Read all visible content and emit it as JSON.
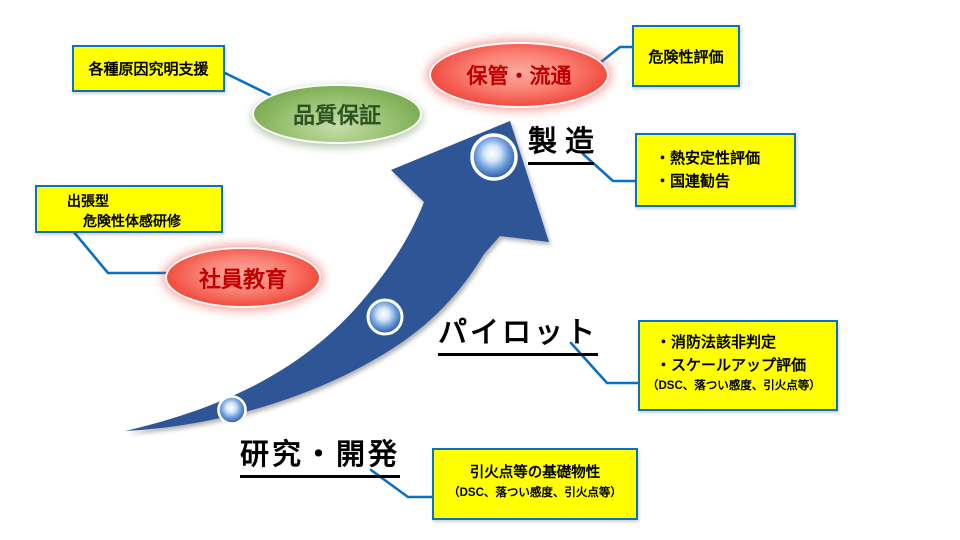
{
  "diagram": {
    "title_hint": "growth-arrow-process-diagram",
    "stages": {
      "rd": {
        "label": "研究・開発"
      },
      "pilot": {
        "label": "パイロット"
      },
      "manufacturing": {
        "label": "製 造"
      }
    },
    "ellipses": {
      "storage": {
        "label": "保管・流通"
      },
      "quality": {
        "label": "品質保証"
      },
      "education": {
        "label": "社員教育"
      }
    },
    "callouts": {
      "cause": {
        "line1": "各種原因究明支援"
      },
      "hazard": {
        "line1": "危険性評価"
      },
      "thermal": {
        "line1": "・熱安定性評価",
        "line2": "・国連勧告"
      },
      "training": {
        "line1": "出張型",
        "line2": "危険性体感研修"
      },
      "fire_law": {
        "line1": "・消防法該非判定",
        "line2": "・スケールアップ評価",
        "line3": "（DSC、落つい感度、引火点等）"
      },
      "flash_point": {
        "line1": "引火点等の基礎物性",
        "line2": "（DSC、落つい感度、引火点等）"
      }
    },
    "colors": {
      "arrow_blue": "#2E5496",
      "connector_blue": "#0B6FC4",
      "callout_yellow": "#FFFF00",
      "callout_border_blue": "#0B6FC4",
      "red_ellipse_text": "#C00000",
      "green_ellipse_text": "#2D5222",
      "stage_text": "#000000",
      "background": "#FFFFFF"
    }
  }
}
